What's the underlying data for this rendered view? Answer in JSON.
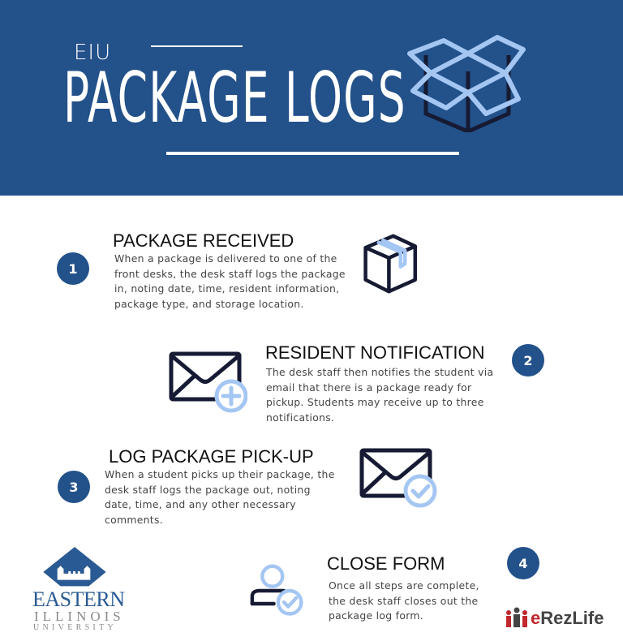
{
  "header": {
    "eyebrow": "EIU",
    "title": "PACKAGE LOGS",
    "icon": "open-box-icon",
    "background_color": "#23518a"
  },
  "steps": [
    {
      "number": "1",
      "title": "PACKAGE RECEIVED",
      "body": "When a package is delivered to one of the front desks, the desk staff logs the package in, noting date, time, resident information, package type, and storage location.",
      "icon": "taped-box-icon"
    },
    {
      "number": "2",
      "title": "RESIDENT NOTIFICATION",
      "body": "The desk staff then notifies the student via email that there is a package ready for pickup. Students may receive up to three notifications.",
      "icon": "envelope-plus-icon"
    },
    {
      "number": "3",
      "title": "LOG PACKAGE PICK-UP",
      "body": "When a student picks up their package, the desk staff logs the package out, noting date, time, and any other necessary comments.",
      "icon": "envelope-check-icon"
    },
    {
      "number": "4",
      "title": "CLOSE FORM",
      "body": "Once all steps are complete, the desk staff closes out the package log form.",
      "icon": "user-check-icon"
    }
  ],
  "footer": {
    "eiu_logo": {
      "line1": "EASTERN",
      "line2": "ILLINOIS",
      "line3": "UNIVERSITY"
    },
    "erezlife_logo": {
      "prefix": "e",
      "rest": "RezLife"
    }
  },
  "colors": {
    "primary_blue": "#23518a",
    "light_blue": "#a4c6f2",
    "navy_outline": "#161a33",
    "body_text": "#444444",
    "erez_red": "#c0282d"
  }
}
